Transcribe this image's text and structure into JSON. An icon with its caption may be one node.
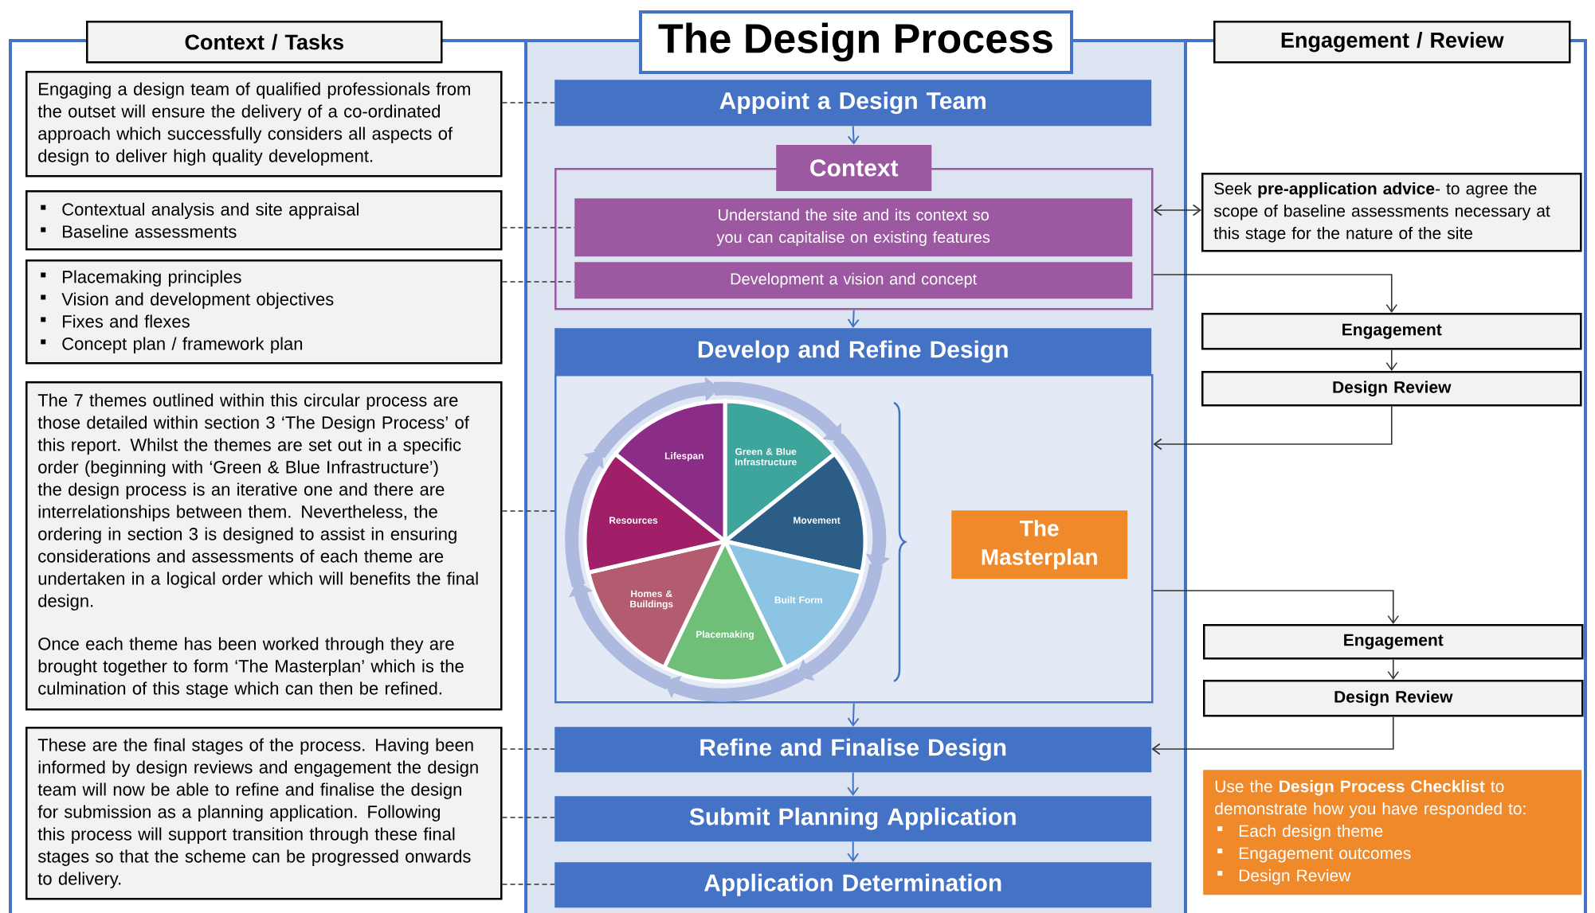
{
  "diagram": {
    "title": "The Design Process",
    "nodes": [
      {
        "text": [
          "Context / Tasks"
        ]
      },
      {
        "text": [
          "Engagement / Review"
        ]
      },
      {
        "text": [
          "Engaging a design team of qualified professionals from the outset will ensure the delivery of a co-ordinated approach which successfully considers all aspects of design to deliver high quality development."
        ]
      },
      {
        "text": [
          "Contextual analysis and site appraisal",
          "Baseline assessments"
        ]
      },
      {
        "text": [
          "Placemaking principles",
          "Vision and development objectives",
          "Fixes and flexes",
          "Concept plan / framework plan"
        ]
      },
      {
        "text": [
          "The 7 themes outlined within this circular process are those detailed within section 3 ‘The Design Process’ of this report. Whilst the themes are set out in a specific order (beginning with ‘Green & Blue Infrastructure’) the design process is an iterative one and there are interrelationships between them. Nevertheless, the ordering in section 3 is designed to assist in ensuring considerations and assessments of each theme are undertaken in a logical order which will benefits the final design.",
          "Once each theme has been worked through they are brought together to form ‘The Masterplan’ which is the culmination of this stage which can then be refined."
        ]
      },
      {
        "text": [
          "These are the final stages of the process. Having been informed by design reviews and engagement the design team will now be able to refine and finalise the design for submission as a planning application. Following this process will support transition through these final stages so that the scheme can be progressed onwards to delivery."
        ]
      },
      {
        "text": [
          "Appoint a Design Team"
        ]
      },
      {
        "text": [
          "Context"
        ]
      },
      {
        "text": [
          "Understand the site and its context so you can capitalise on existing features"
        ],
        "in": 8
      },
      {
        "text": [
          "Development a vision and concept"
        ],
        "in": 8
      },
      {
        "text": [
          "Develop and Refine Design"
        ]
      },
      {
        "text": [],
        "shape": "box"
      },
      {
        "text": [
          "Green & Blue Infrastructure"
        ],
        "in": 12
      },
      {
        "text": [
          "Movement"
        ],
        "in": 12
      },
      {
        "text": [
          "Built Form"
        ],
        "in": 12
      },
      {
        "text": [
          "Placemaking"
        ],
        "in": 12
      },
      {
        "text": [
          "Homes & Buildings"
        ],
        "in": 12
      },
      {
        "text": [
          "Resources"
        ],
        "in": 12
      },
      {
        "text": [
          "Lifespan"
        ],
        "in": 12
      },
      {
        "text": [
          "The Masterplan"
        ],
        "in": 12
      },
      {
        "text": [
          "Refine and Finalise Design"
        ]
      },
      {
        "text": [
          "Submit Planning Application"
        ]
      },
      {
        "text": [
          "Application Determination"
        ]
      },
      {
        "text": [
          "Seek **pre-application advice**- to agree the scope of baseline assessments necessary at this stage for the nature of the site"
        ]
      },
      {
        "text": [
          "Engagement"
        ]
      },
      {
        "text": [
          "Design Review"
        ]
      },
      {
        "text": [
          "Engagement"
        ]
      },
      {
        "text": [
          "Design Review"
        ]
      },
      {
        "text": [
          "Use the **Design Process Checklist** to demonstrate how you have responded to:",
          "Each design theme",
          "Engagement outcomes",
          "Design Review"
        ]
      }
    ],
    "edges": [
      {
        "from": 2,
        "to": 7,
        "arrow": "none",
        "style": "dashed"
      },
      {
        "from": 3,
        "to": 9,
        "arrow": "none",
        "style": "dashed"
      },
      {
        "from": 4,
        "to": 10,
        "arrow": "none",
        "style": "dashed"
      },
      {
        "from": 5,
        "to": 12,
        "arrow": "none",
        "style": "dashed"
      },
      {
        "from": 6,
        "to": 21,
        "arrow": "none",
        "style": "dashed"
      },
      {
        "from": 6,
        "to": 22,
        "arrow": "none",
        "style": "dashed"
      },
      {
        "from": 6,
        "to": 23,
        "arrow": "none",
        "style": "dashed"
      },
      {
        "from": 7,
        "to": 8,
        "arrow": "to",
        "color": "#4472c4"
      },
      {
        "from": 8,
        "to": 11,
        "arrow": "to",
        "color": "#4472c4"
      },
      {
        "from": 12,
        "to": 21,
        "arrow": "to",
        "color": "#4472c4"
      },
      {
        "from": 21,
        "to": 22,
        "arrow": "to",
        "color": "#4472c4"
      },
      {
        "from": 22,
        "to": 23,
        "arrow": "to",
        "color": "#4472c4"
      },
      {
        "from": 8,
        "to": 24,
        "arrow": "both"
      },
      {
        "from": 8,
        "to": 25,
        "arrow": "to"
      },
      {
        "from": 25,
        "to": 26,
        "arrow": "to"
      },
      {
        "from": 26,
        "to": 12,
        "arrow": "to"
      },
      {
        "from": 12,
        "to": 27,
        "arrow": "to"
      },
      {
        "from": 27,
        "to": 28,
        "arrow": "to"
      },
      {
        "from": 28,
        "to": 21,
        "arrow": "to"
      },
      {
        "from": 13,
        "to": 14,
        "arrow": "to",
        "style": "thick",
        "color": "#aeb9df"
      },
      {
        "from": 14,
        "to": 15,
        "arrow": "to",
        "style": "thick",
        "color": "#aeb9df"
      },
      {
        "from": 15,
        "to": 16,
        "arrow": "to",
        "style": "thick",
        "color": "#aeb9df"
      },
      {
        "from": 16,
        "to": 17,
        "arrow": "to",
        "style": "thick",
        "color": "#aeb9df"
      },
      {
        "from": 17,
        "to": 18,
        "arrow": "to",
        "style": "thick",
        "color": "#aeb9df"
      },
      {
        "from": 18,
        "to": 19,
        "arrow": "to",
        "style": "thick",
        "color": "#aeb9df"
      },
      {
        "from": 19,
        "to": 13,
        "arrow": "to",
        "style": "thick",
        "color": "#aeb9df"
      }
    ]
  }
}
